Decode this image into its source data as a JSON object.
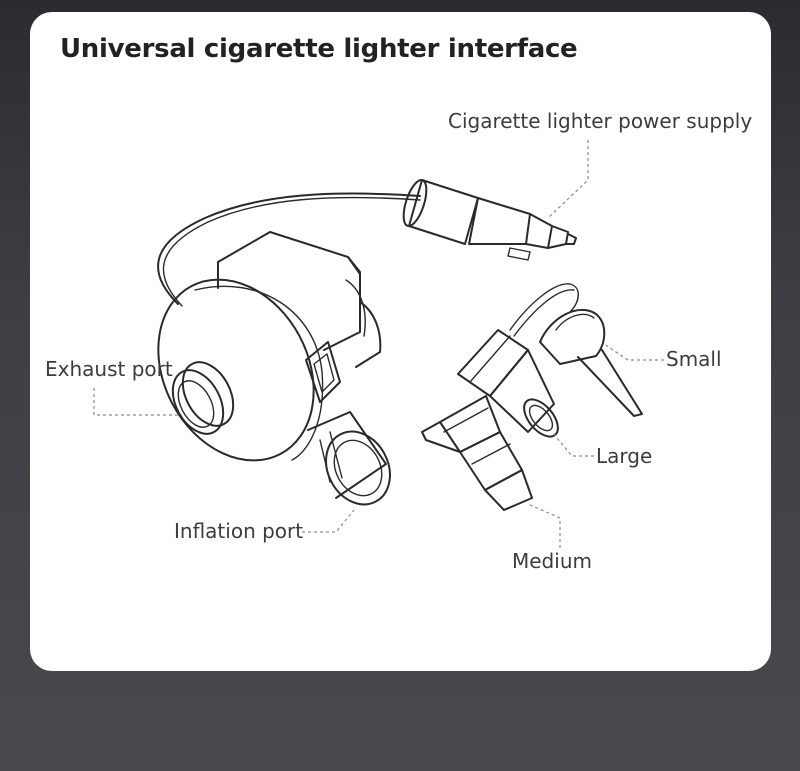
{
  "title": "Universal cigarette lighter interface",
  "labels": {
    "power_supply": "Cigarette lighter power supply",
    "exhaust_port": "Exhaust port",
    "inflation_port": "Inflation port",
    "small": "Small",
    "large": "Large",
    "medium": "Medium"
  },
  "colors": {
    "background": "#3e3f44",
    "card": "#ffffff",
    "title": "#222222",
    "label": "#3c3c3c",
    "line": "#2a2a2a"
  }
}
